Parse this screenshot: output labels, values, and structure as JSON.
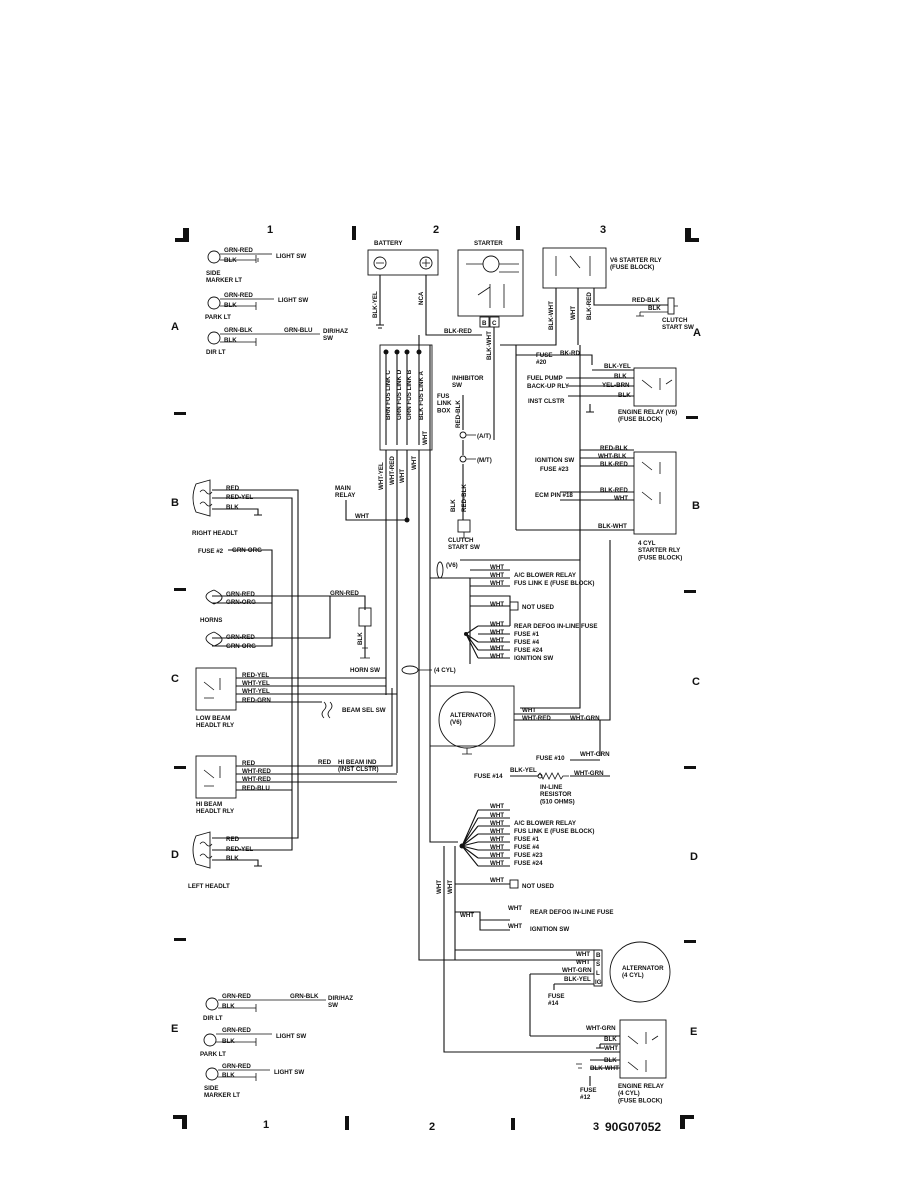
{
  "diagram_id": "90G07052",
  "columns": [
    "1",
    "2",
    "3"
  ],
  "rows": [
    "A",
    "B",
    "C",
    "D",
    "E"
  ],
  "top_left": {
    "side_marker": {
      "wire1": "GRN-RED",
      "wire2": "BLK",
      "dest": "LIGHT SW",
      "label": "SIDE\nMARKER LT"
    },
    "park": {
      "wire1": "GRN-RED",
      "wire2": "BLK",
      "dest": "LIGHT SW",
      "label": "PARK LT"
    },
    "dir": {
      "wire1": "GRN-BLK",
      "wire2": "BLK",
      "wire3": "GRN-BLU",
      "dest": "DIR/HAZ\nSW",
      "label": "DIR LT"
    }
  },
  "battery": {
    "title": "BATTERY",
    "neg": "BLK-YEL",
    "pos": "NCA"
  },
  "starter": {
    "title": "STARTER",
    "terms": [
      "B",
      "C"
    ],
    "wire_blk_red": "BLK-RED",
    "wire_blk_wht": "BLK-WHT"
  },
  "v6_starter_rly": {
    "title": "V6 STARTER RLY\n(FUSE BLOCK)",
    "wires": [
      "BLK-WHT",
      "WHT",
      "BLK-RED"
    ],
    "out1": "RED-BLK",
    "out2": "BLK",
    "dest": "CLUTCH\nSTART SW"
  },
  "fus_link_box": {
    "title": "FUS\nLINK\nBOX",
    "links": [
      "BRN FUS LINK C",
      "GRN FUS LINK D",
      "GRN FUS LINK B",
      "BLK FUS LINK A"
    ]
  },
  "inhibitor": {
    "title": "INHIBITOR\nSW",
    "wire": "RED-BLK",
    "at": "(A/T)",
    "mt": "(M/T)"
  },
  "clutch_start": {
    "title": "CLUTCH\nSTART SW",
    "w1": "BLK",
    "w2": "RED-BLK"
  },
  "engine_relay_v6": {
    "title": "ENGINE RELAY (V6)\n(FUSE BLOCK)",
    "fuse20": "FUSE\n#20",
    "w_bkred": "BK-RD",
    "items": [
      {
        "label": "",
        "wire": "BLK-YEL"
      },
      {
        "label": "FUEL PUMP",
        "wire": "BLK"
      },
      {
        "label": "BACK-UP RLY",
        "wire": "YEL-BRN"
      },
      {
        "label": "INST CLSTR",
        "wire": "BLK"
      }
    ]
  },
  "cyl4_starter_rly": {
    "title": "4 CYL\nSTARTER RLY\n(FUSE BLOCK)",
    "items": [
      {
        "label": "",
        "wire": "RED-BLK"
      },
      {
        "label": "IGNITION SW",
        "wire": "WHT-BLK"
      },
      {
        "label": "FUSE #23",
        "wire": "BLK-RED"
      },
      {
        "label": "ECM PIN #18",
        "wire": "BLK-RED"
      },
      {
        "label": "",
        "wire": "WHT"
      },
      {
        "label": "",
        "wire": "BLK-WHT"
      }
    ]
  },
  "right_headlt": {
    "label": "RIGHT HEADLT",
    "wires": [
      "RED",
      "RED-YEL",
      "BLK"
    ]
  },
  "main_relay": {
    "label": "MAIN\nRELAY",
    "wire": "WHT"
  },
  "wht_vertical_labels": [
    "WHT-YEL",
    "WHT-RED",
    "WHT",
    "WHT",
    "WHT"
  ],
  "horns": {
    "fuse": "FUSE #2",
    "fuse_wire": "GRN-ORG",
    "w1": "GRN-RED",
    "w2": "GRN-ORG",
    "w3": "GRN-RED",
    "w4": "GRN-ORG",
    "label": "HORNS",
    "hsw_wire": "GRN-RED",
    "hsw_w2": "BLK",
    "hsw": "HORN SW"
  },
  "v6_bus": {
    "tag": "(V6)",
    "items": [
      {
        "label": "",
        "wire": "WHT"
      },
      {
        "label": "A/C BLOWER RELAY",
        "wire": "WHT"
      },
      {
        "label": "FUS LINK E (FUSE BLOCK)",
        "wire": "WHT"
      },
      {
        "label": "NOT USED",
        "wire": "WHT"
      },
      {
        "label": "REAR DEFOG IN-LINE FUSE",
        "wire": "WHT"
      },
      {
        "label": "FUSE #1",
        "wire": "WHT"
      },
      {
        "label": "FUSE #4",
        "wire": "WHT"
      },
      {
        "label": "FUSE #24",
        "wire": "WHT"
      },
      {
        "label": "IGNITION SW",
        "wire": "WHT"
      }
    ]
  },
  "cyl4_tag": "(4 CYL)",
  "low_beam": {
    "label": "LOW BEAM\nHEADLT RLY",
    "wires": [
      "RED-YEL",
      "WHT-YEL",
      "WHT-YEL",
      "RED-GRN"
    ],
    "dest": "BEAM SEL SW"
  },
  "alt_v6": {
    "label": "ALTERNATOR\n(V6)",
    "w1": "WHT",
    "w2": "WHT-RED",
    "w3": "WHT-GRN"
  },
  "fuse10": {
    "label": "FUSE #10",
    "wire": "WHT-GRN"
  },
  "fuse14": {
    "label": "FUSE #14",
    "wire": "BLK-YEL",
    "wire2": "WHT-GRN",
    "res": "IN-LINE\nRESISTOR\n(510 OHMS)"
  },
  "hi_beam": {
    "label": "HI BEAM\nHEADLT RLY",
    "wires": [
      "RED",
      "WHT-RED",
      "WHT-RED",
      "RED-BLU"
    ],
    "ind_wire": "RED",
    "ind": "HI BEAM IND\n(INST CLSTR)"
  },
  "cyl4_bus": {
    "items": [
      {
        "label": "",
        "wire": "WHT"
      },
      {
        "label": "",
        "wire": "WHT"
      },
      {
        "label": "A/C BLOWER RELAY",
        "wire": "WHT"
      },
      {
        "label": "FUS LINK E (FUSE BLOCK)",
        "wire": "WHT"
      },
      {
        "label": "FUSE #1",
        "wire": "WHT"
      },
      {
        "label": "FUSE #4",
        "wire": "WHT"
      },
      {
        "label": "FUSE #23",
        "wire": "WHT"
      },
      {
        "label": "FUSE #24",
        "wire": "WHT"
      },
      {
        "label": "NOT USED",
        "wire": "WHT"
      },
      {
        "label": "REAR DEFOG IN-LINE FUSE",
        "wire": "WHT"
      },
      {
        "label": "IGNITION SW",
        "wire": "WHT"
      }
    ],
    "vertical": [
      "WHT",
      "WHT"
    ]
  },
  "left_headlt": {
    "label": "LEFT HEADLT",
    "wires": [
      "RED",
      "RED-YEL",
      "BLK"
    ]
  },
  "alt_4cyl": {
    "label": "ALTERNATOR\n(4 CYL)",
    "terms": [
      "B",
      "S",
      "L",
      "IG"
    ],
    "wires": [
      "WHT",
      "WHT",
      "WHT-GRN",
      "BLK-YEL"
    ],
    "fuse": "FUSE\n#14"
  },
  "engine_relay_4cyl": {
    "label": "ENGINE RELAY\n(4 CYL)\n(FUSE BLOCK)",
    "wires": [
      "WHT-GRN",
      "BLK",
      "WHT",
      "BLK",
      "BLK-WHT"
    ],
    "fuse": "FUSE\n#12"
  },
  "bottom_left": {
    "dir": {
      "wire1": "GRN-RED",
      "wire2": "BLK",
      "wire3": "GRN-BLK",
      "dest": "DIR/HAZ\nSW",
      "label": "DIR LT"
    },
    "park": {
      "wire1": "GRN-RED",
      "wire2": "BLK",
      "dest": "LIGHT SW",
      "label": "PARK LT"
    },
    "side_marker": {
      "wire1": "GRN-RED",
      "wire2": "BLK",
      "dest": "LIGHT SW",
      "label": "SIDE\nMARKER LT"
    }
  }
}
